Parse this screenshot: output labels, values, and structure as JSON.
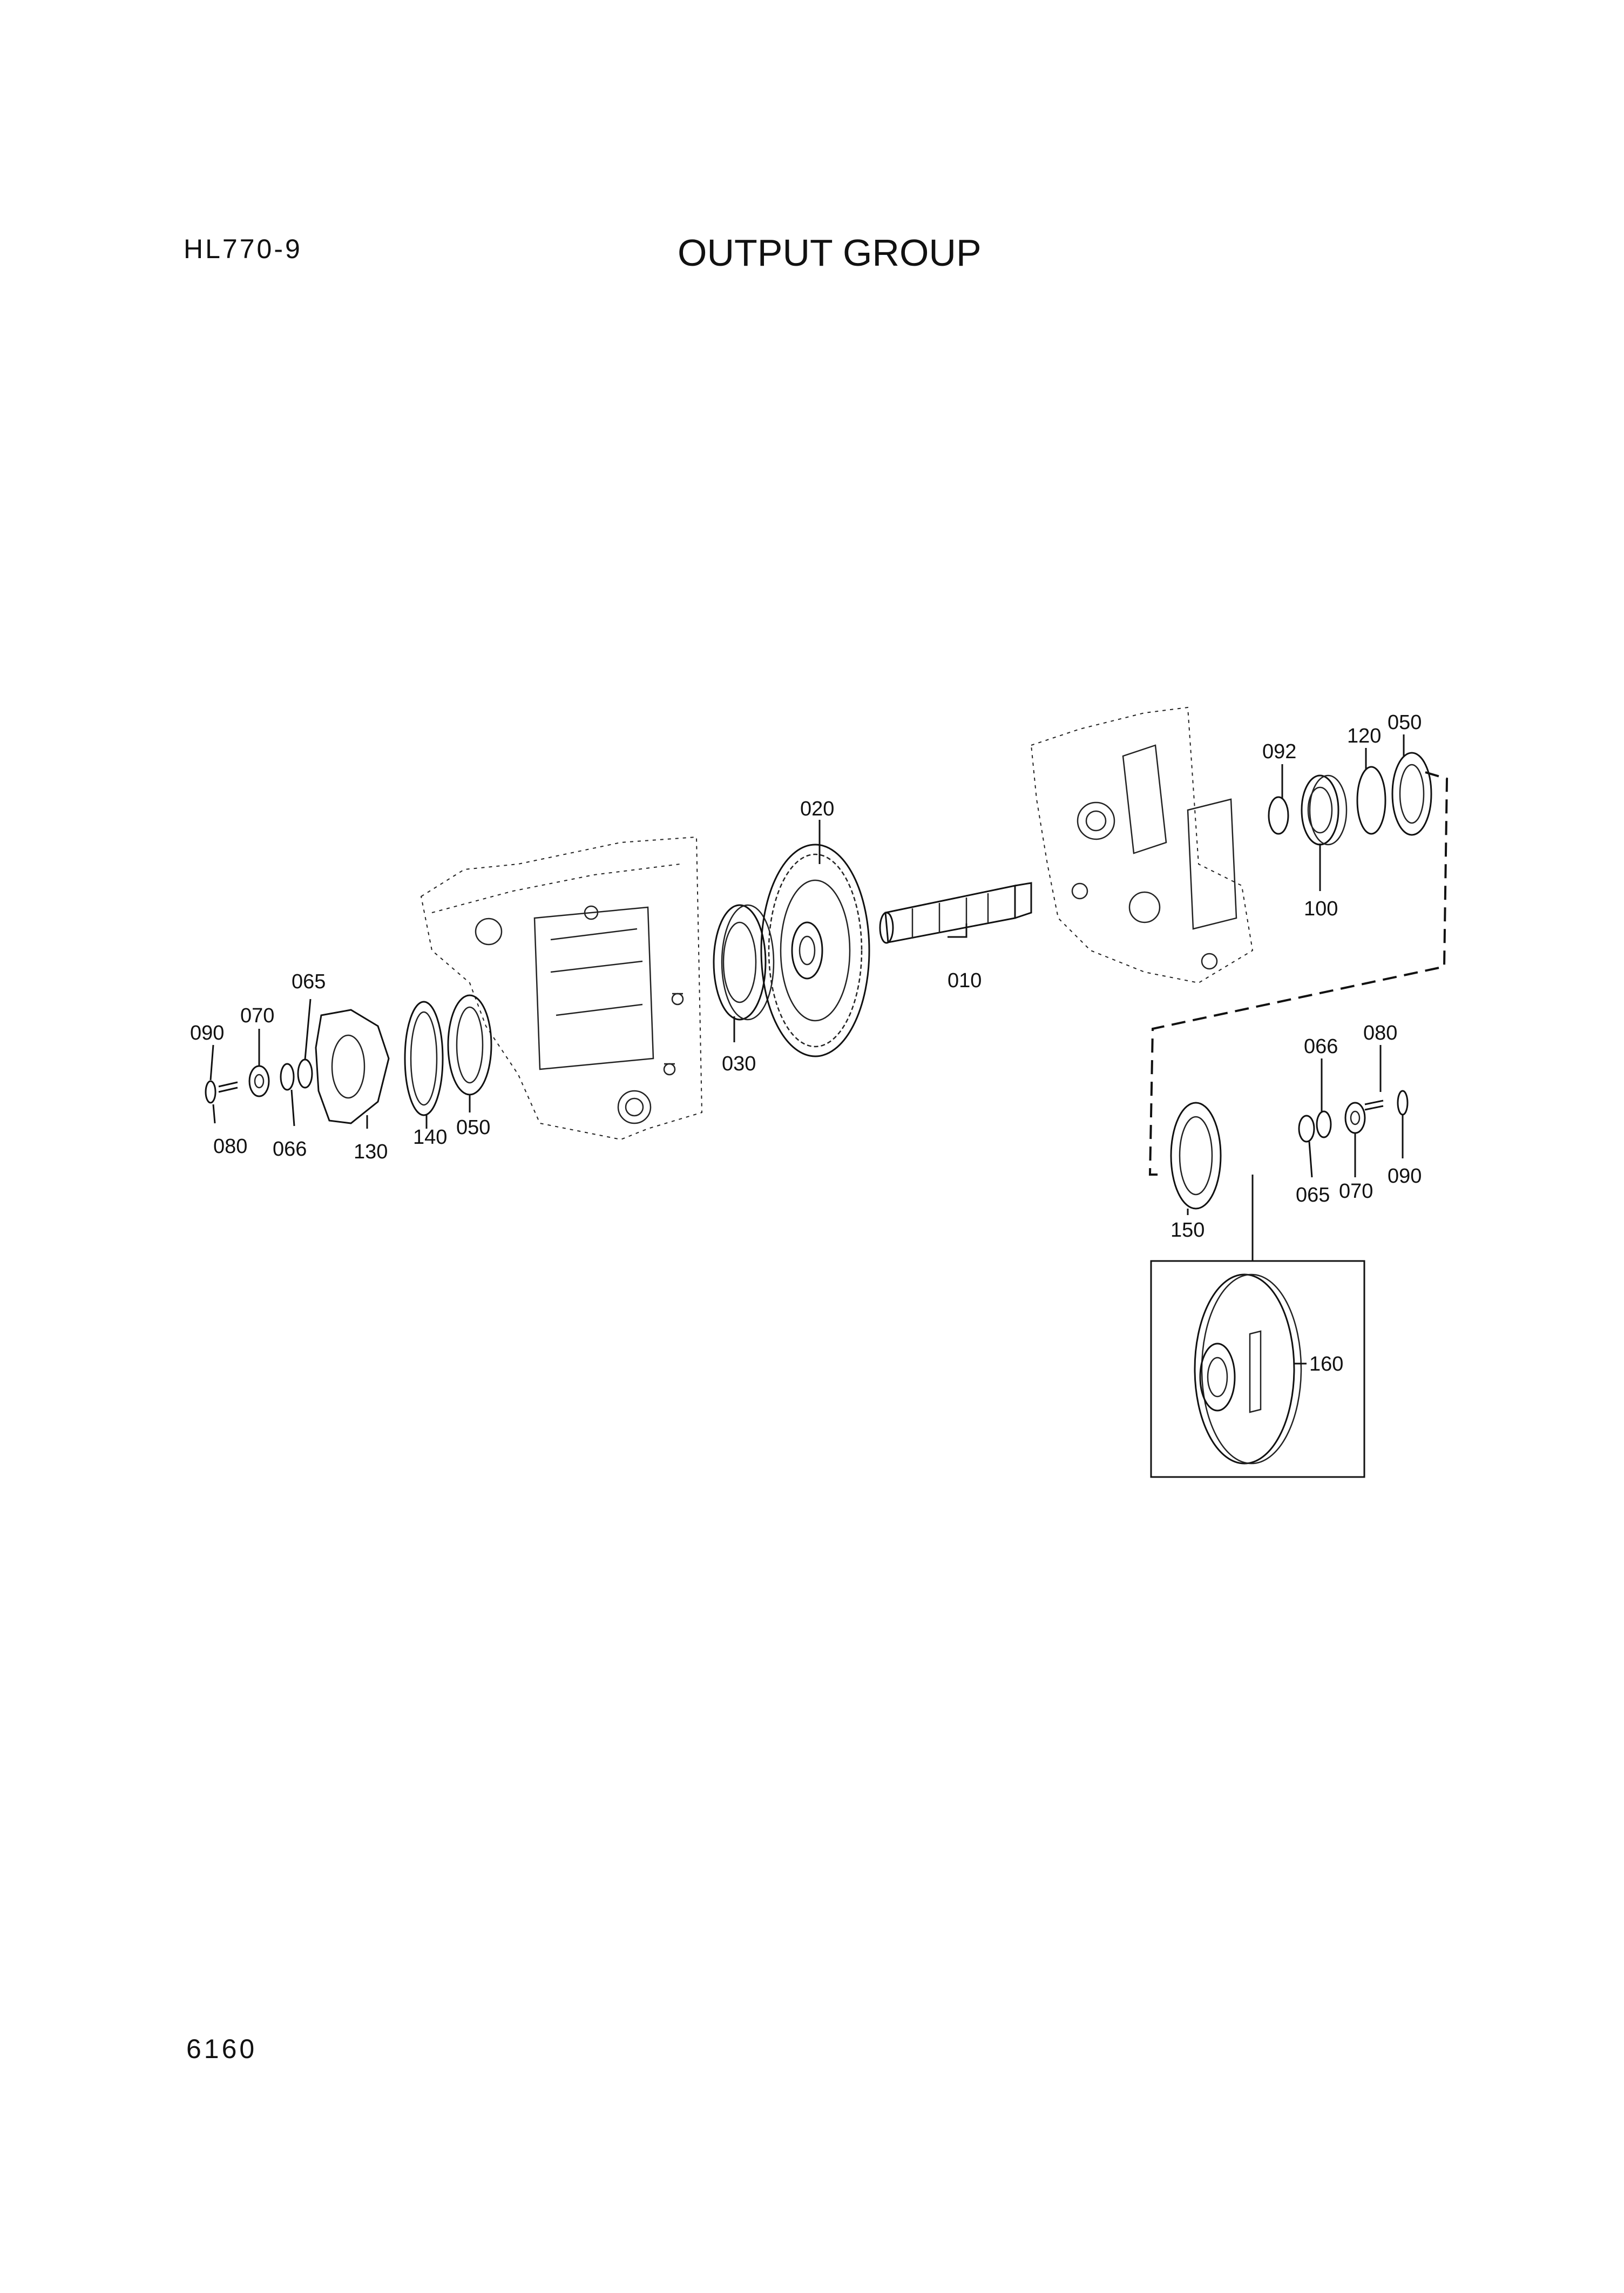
{
  "header": {
    "model": "HL770-9",
    "title": "OUTPUT GROUP"
  },
  "footer": {
    "page_number": "6160"
  },
  "callouts": {
    "p010": "010",
    "p020": "020",
    "p030": "030",
    "p050_left": "050",
    "p050_right": "050",
    "p065_left": "065",
    "p065_right": "065",
    "p066_left": "066",
    "p066_right": "066",
    "p070_left": "070",
    "p070_right": "070",
    "p080_left": "080",
    "p080_right": "080",
    "p090_left": "090",
    "p090_right": "090",
    "p092": "092",
    "p100": "100",
    "p120": "120",
    "p130": "130",
    "p140": "140",
    "p150": "150",
    "p160": "160"
  }
}
